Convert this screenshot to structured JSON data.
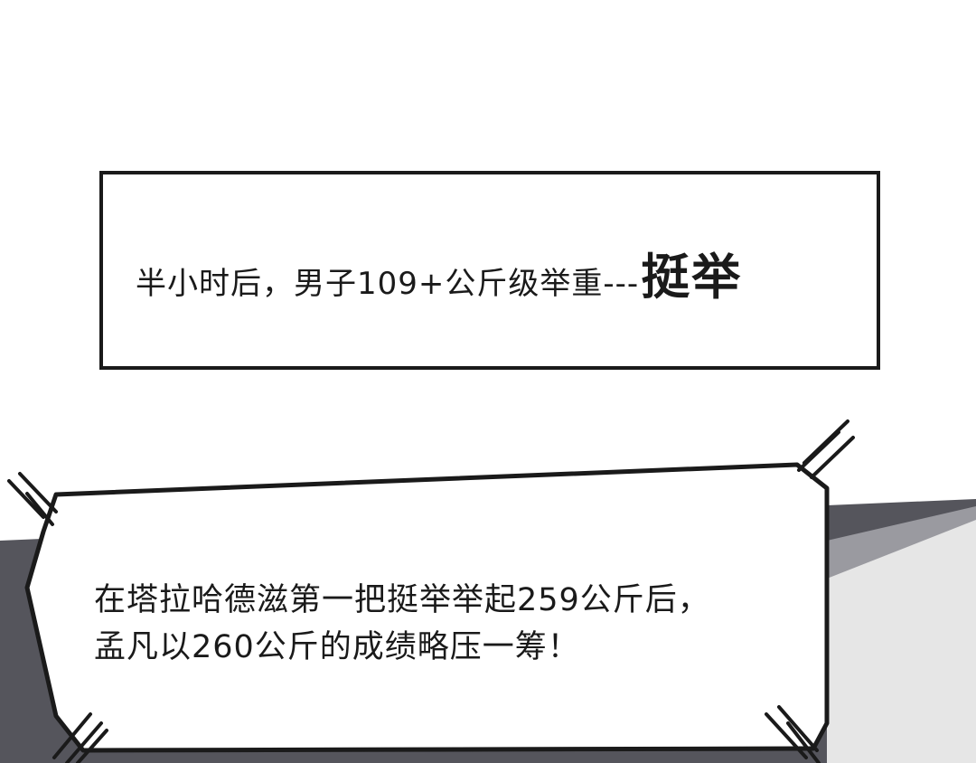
{
  "panel_top": {
    "caption_main": "半小时后，男子109+公斤级举重---",
    "caption_emphasis": "挺举"
  },
  "panel_bottom": {
    "narration_lines": [
      "在塔拉哈德滋第一把挺举举起259公斤后，",
      "孟凡以260公斤的成绩略压一筹！"
    ]
  },
  "colors": {
    "ink": "#1a1a1a",
    "paper": "#ffffff",
    "background_dark": "#4a4a50",
    "background_mid": "#7a7a80",
    "background_light": "#d8d8d8"
  }
}
